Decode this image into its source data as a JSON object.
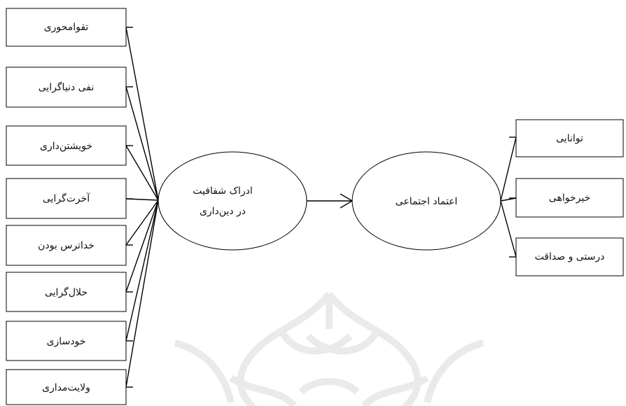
{
  "left_factors": [
    "تقوامحوری",
    "نفی دنیاگرایی",
    "خویشتن‌داری",
    "آخرت‌گرایی",
    "خداترس بودن",
    "حلال‌گرایی",
    "خودسازی",
    "ولایت‌مداری"
  ],
  "center_construct": {
    "line1": "ادراک شفافیت",
    "line2": "در دین‌داری"
  },
  "outcome_construct": {
    "label": "اعتماد اجتماعی"
  },
  "right_factors": [
    "توانایی",
    "خیرخواهی",
    "درستی و صداقت"
  ],
  "colors": {
    "stroke": "#000000",
    "text": "#111111",
    "background": "#ffffff",
    "watermark": "#d9d9d9"
  }
}
